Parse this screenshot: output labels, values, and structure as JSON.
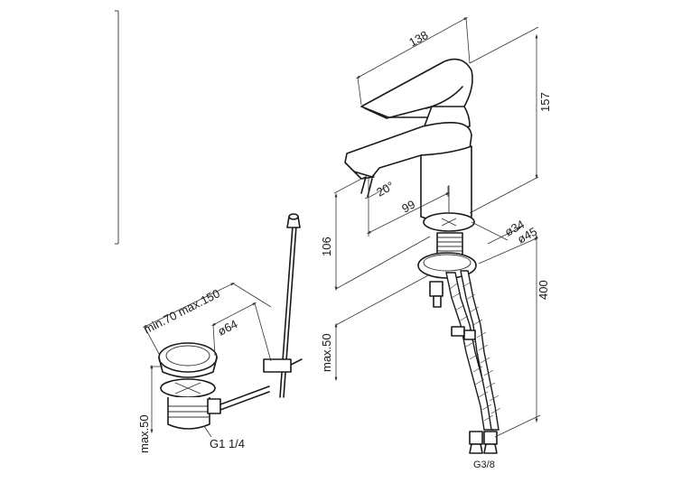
{
  "labels": {
    "spout_length": "138",
    "height_top": "157",
    "angle": "20°",
    "reach": "99",
    "body_height": "106",
    "d_hole": "ø34",
    "d_base": "ø45",
    "hose_length": "400",
    "max_thickness": "max.50",
    "hose_thread": "G3/8",
    "rod_range": "min.70 max.150",
    "d_waste": "ø64",
    "waste_max": "max.50",
    "waste_thread": "G1 1/4"
  },
  "colors": {
    "line": "#1a1a1a",
    "background": "#ffffff"
  }
}
